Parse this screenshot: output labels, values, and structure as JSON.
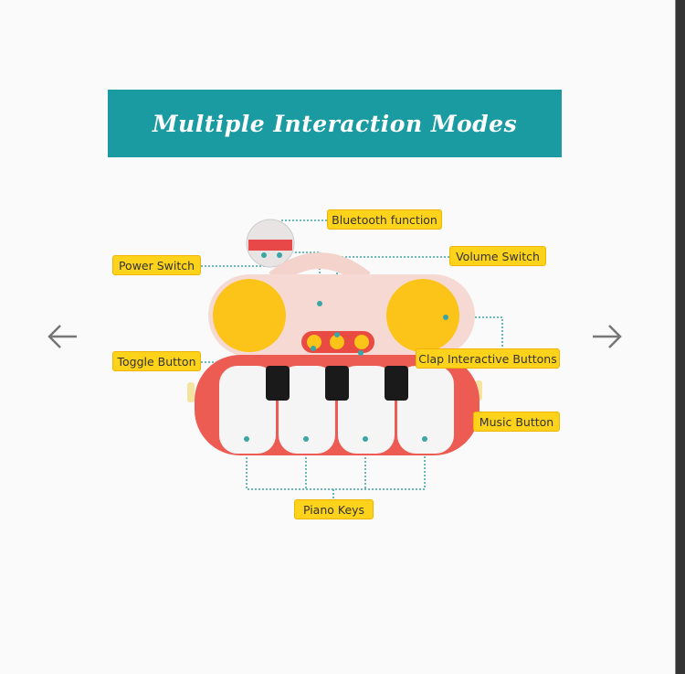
{
  "banner": {
    "title": "Multiple Interaction Modes",
    "color": "#1a9ba1"
  },
  "labels": {
    "bluetooth": "Bluetooth function",
    "power": "Power Switch",
    "volume": "Volume Switch",
    "toggle": "Toggle Button",
    "clap": "Clap Interactive Buttons",
    "music": "Music Button",
    "keys": "Piano Keys"
  },
  "nav": {
    "prev": "previous-arrow",
    "next": "next-arrow"
  }
}
